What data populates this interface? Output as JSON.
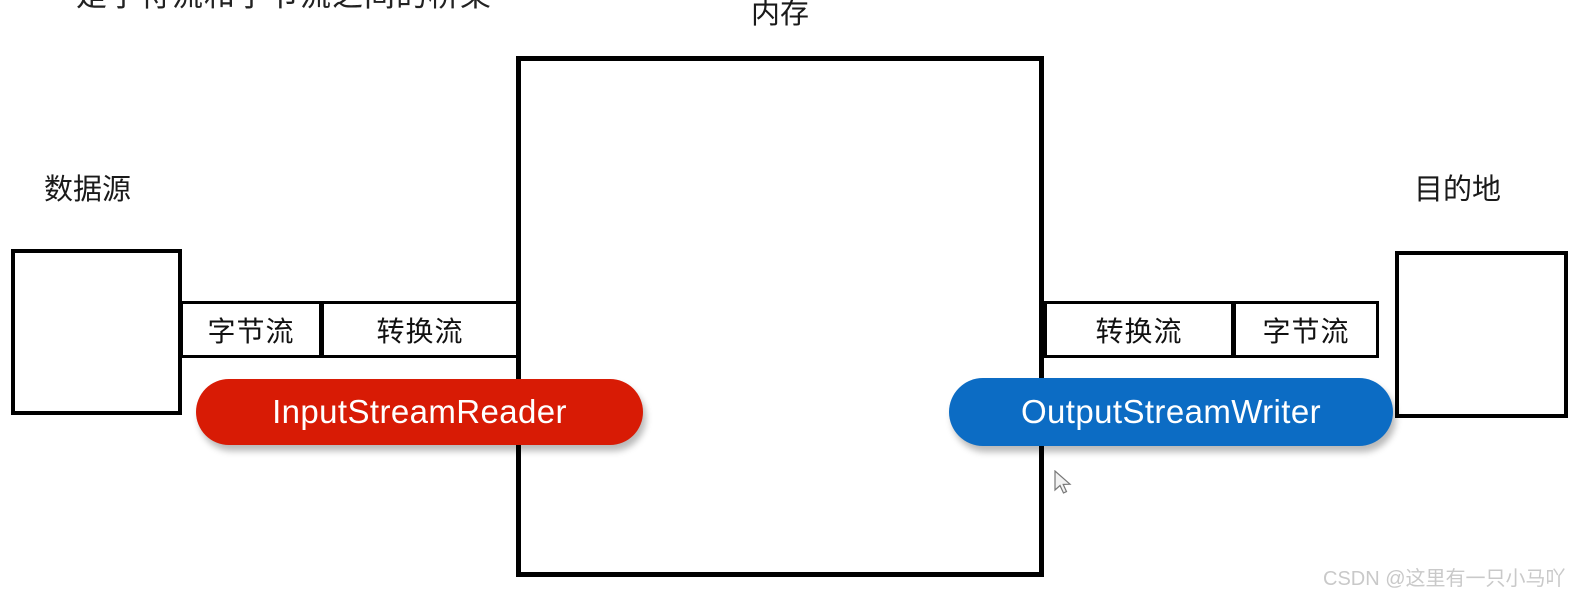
{
  "diagram": {
    "top_note": "是字符流和字节流之间的桥梁",
    "memory_label": "内存",
    "source_label": "数据源",
    "destination_label": "目的地",
    "left_chain": {
      "byte_stream": "字节流",
      "conversion_stream": "转换流",
      "bridge_class": "InputStreamReader"
    },
    "right_chain": {
      "conversion_stream": "转换流",
      "byte_stream": "字节流",
      "bridge_class": "OutputStreamWriter"
    },
    "colors": {
      "reader_pill": "#d81b05",
      "writer_pill": "#0c6cc4",
      "stroke": "#000000",
      "background": "#ffffff",
      "watermark": "#c9c9c9"
    }
  },
  "watermark": {
    "text": "CSDN @这里有一只小马吖"
  }
}
